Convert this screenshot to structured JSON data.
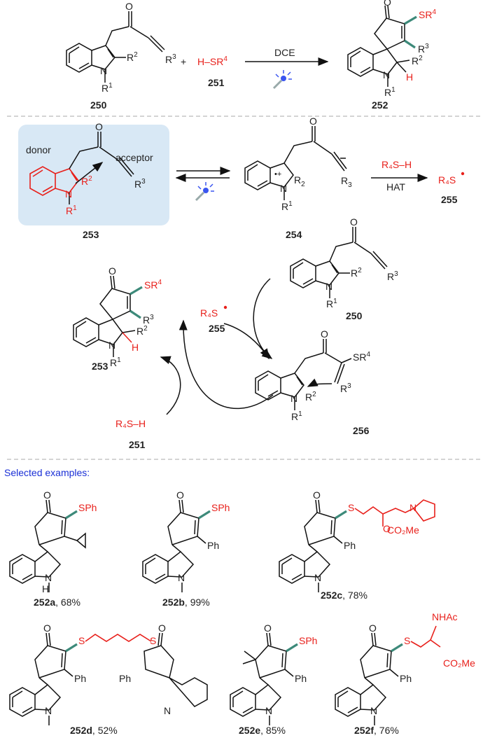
{
  "reaction": {
    "reactant_label": "250",
    "reagent_label": "251",
    "reagent_formula": "H–SR",
    "reagent_sup": "4",
    "plus": "+",
    "solvent": "DCE",
    "product_label": "252"
  },
  "atoms": {
    "O": "O",
    "N": "N",
    "H": "H",
    "S": "S",
    "R": "R",
    "sup1": "1",
    "sup2": "2",
    "sup3": "3",
    "sup4": "4",
    "R2sub": "R",
    "sub2": "2",
    "sub3": "3"
  },
  "mechanism": {
    "donor": "donor",
    "acceptor": "acceptor",
    "complex_label": "253",
    "ion_pair_label": "254",
    "thiol": "R₄S–H",
    "hat": "HAT",
    "radical": "R₄S",
    "radical_label": "255",
    "adduct_label": "256",
    "thiol_label": "251",
    "product_label": "253",
    "substrate_label": "250"
  },
  "examples": {
    "heading": "Selected examples:",
    "items": [
      {
        "id": "252a",
        "yield": ", 68%",
        "thio": "SPh"
      },
      {
        "id": "252b",
        "yield": ", 99%",
        "thio": "SPh"
      },
      {
        "id": "252c",
        "yield": ", 78%",
        "thio": "S",
        "ester": "CO₂Me"
      },
      {
        "id": "252d",
        "yield": ", 52%",
        "thio": "S"
      },
      {
        "id": "252e",
        "yield": ", 85%",
        "thio": "SPh"
      },
      {
        "id": "252f",
        "yield": ", 76%",
        "thio": "S",
        "amide": "NHAc",
        "ester": "CO₂Me"
      }
    ],
    "Ph": "Ph"
  },
  "colors": {
    "highlight": "#e8201b",
    "heading": "#1a2fd6",
    "box": "#d8e8f5",
    "bond_accent": "#3d8a7a"
  },
  "icons": [
    "light-bulb-icon"
  ]
}
